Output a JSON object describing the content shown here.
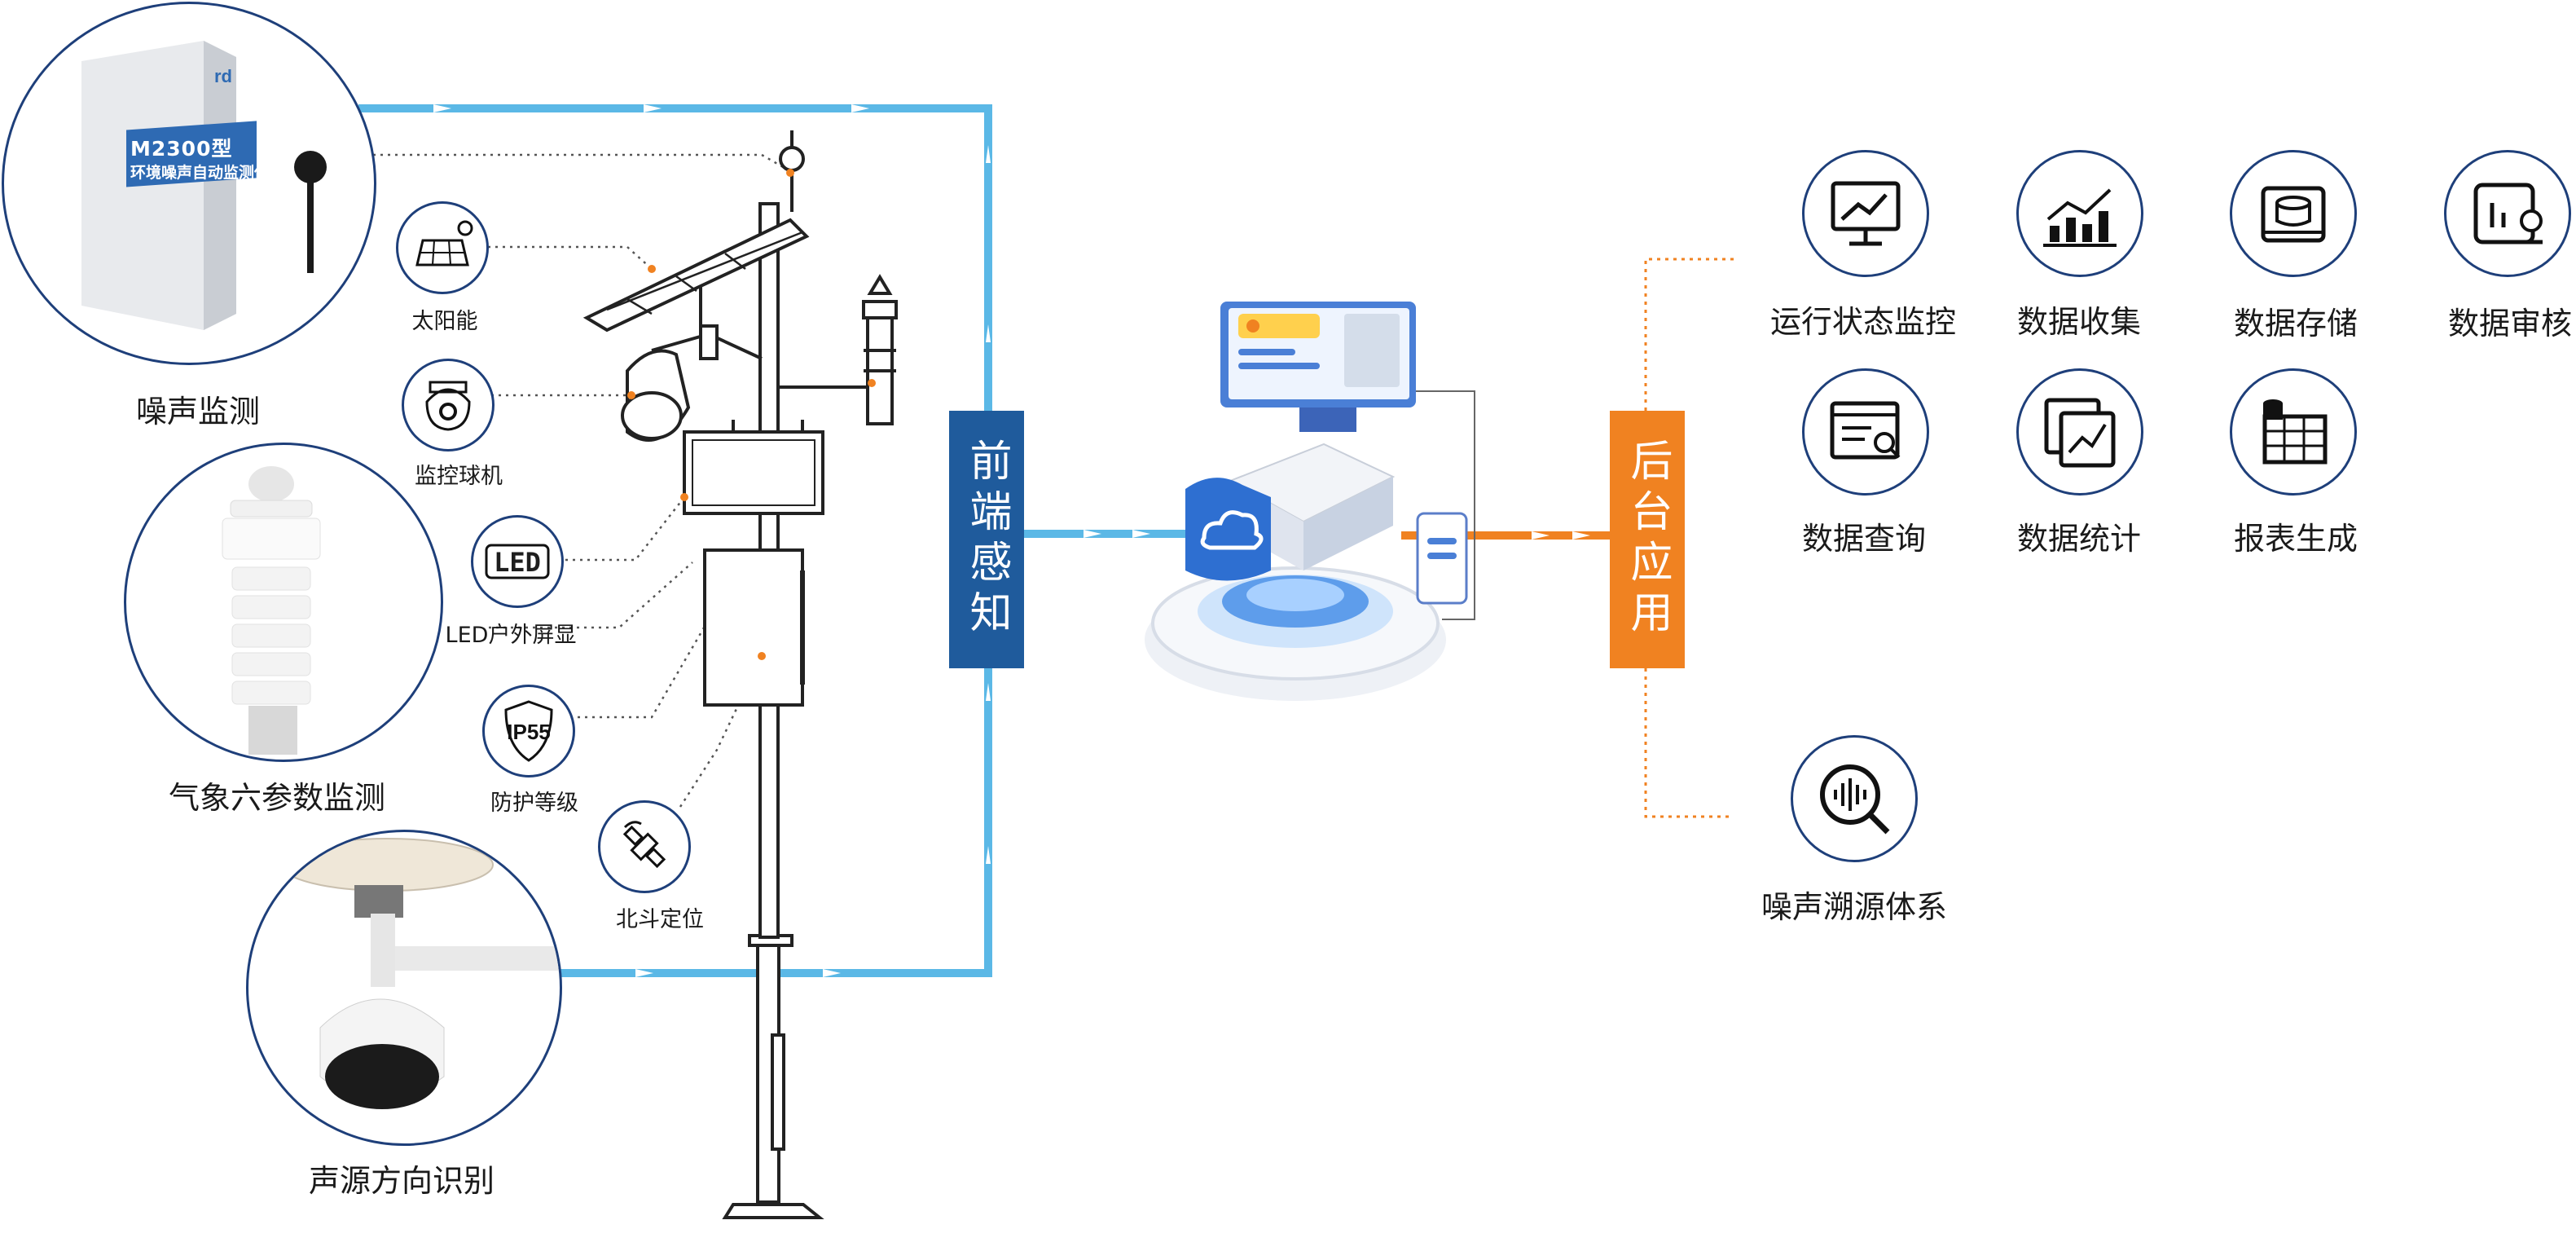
{
  "left_devices": [
    {
      "label": "噪声监测",
      "device_model": "M2300型",
      "device_name": "环境噪声自动监测仪"
    },
    {
      "label": "气象六参数监测"
    },
    {
      "label": "声源方向识别"
    }
  ],
  "pole_features": [
    {
      "label": "太阳能",
      "icon": "solar-panel-icon"
    },
    {
      "label": "监控球机",
      "icon": "dome-camera-icon"
    },
    {
      "label": "LED户外屏显",
      "icon": "led-screen-icon",
      "badge": "LED"
    },
    {
      "label": "防护等级",
      "icon": "shield-ip55-icon",
      "badge": "IP55"
    },
    {
      "label": "北斗定位",
      "icon": "satellite-icon"
    }
  ],
  "front_box": "前端感知",
  "back_box": "后台应用",
  "apps": [
    {
      "label": "运行状态监控",
      "icon": "monitor-chart-icon"
    },
    {
      "label": "数据收集",
      "icon": "bar-chart-icon"
    },
    {
      "label": "数据存储",
      "icon": "database-icon"
    },
    {
      "label": "数据审核",
      "icon": "audit-icon"
    },
    {
      "label": "数据查询",
      "icon": "search-list-icon"
    },
    {
      "label": "数据统计",
      "icon": "statistics-icon"
    },
    {
      "label": "报表生成",
      "icon": "table-icon"
    },
    {
      "label": "噪声溯源体系",
      "icon": "sound-search-icon"
    }
  ],
  "colors": {
    "blue_line": "#5bb8e6",
    "front": "#1f5b9c",
    "back": "#f08221",
    "circle": "#1e3f7a"
  }
}
